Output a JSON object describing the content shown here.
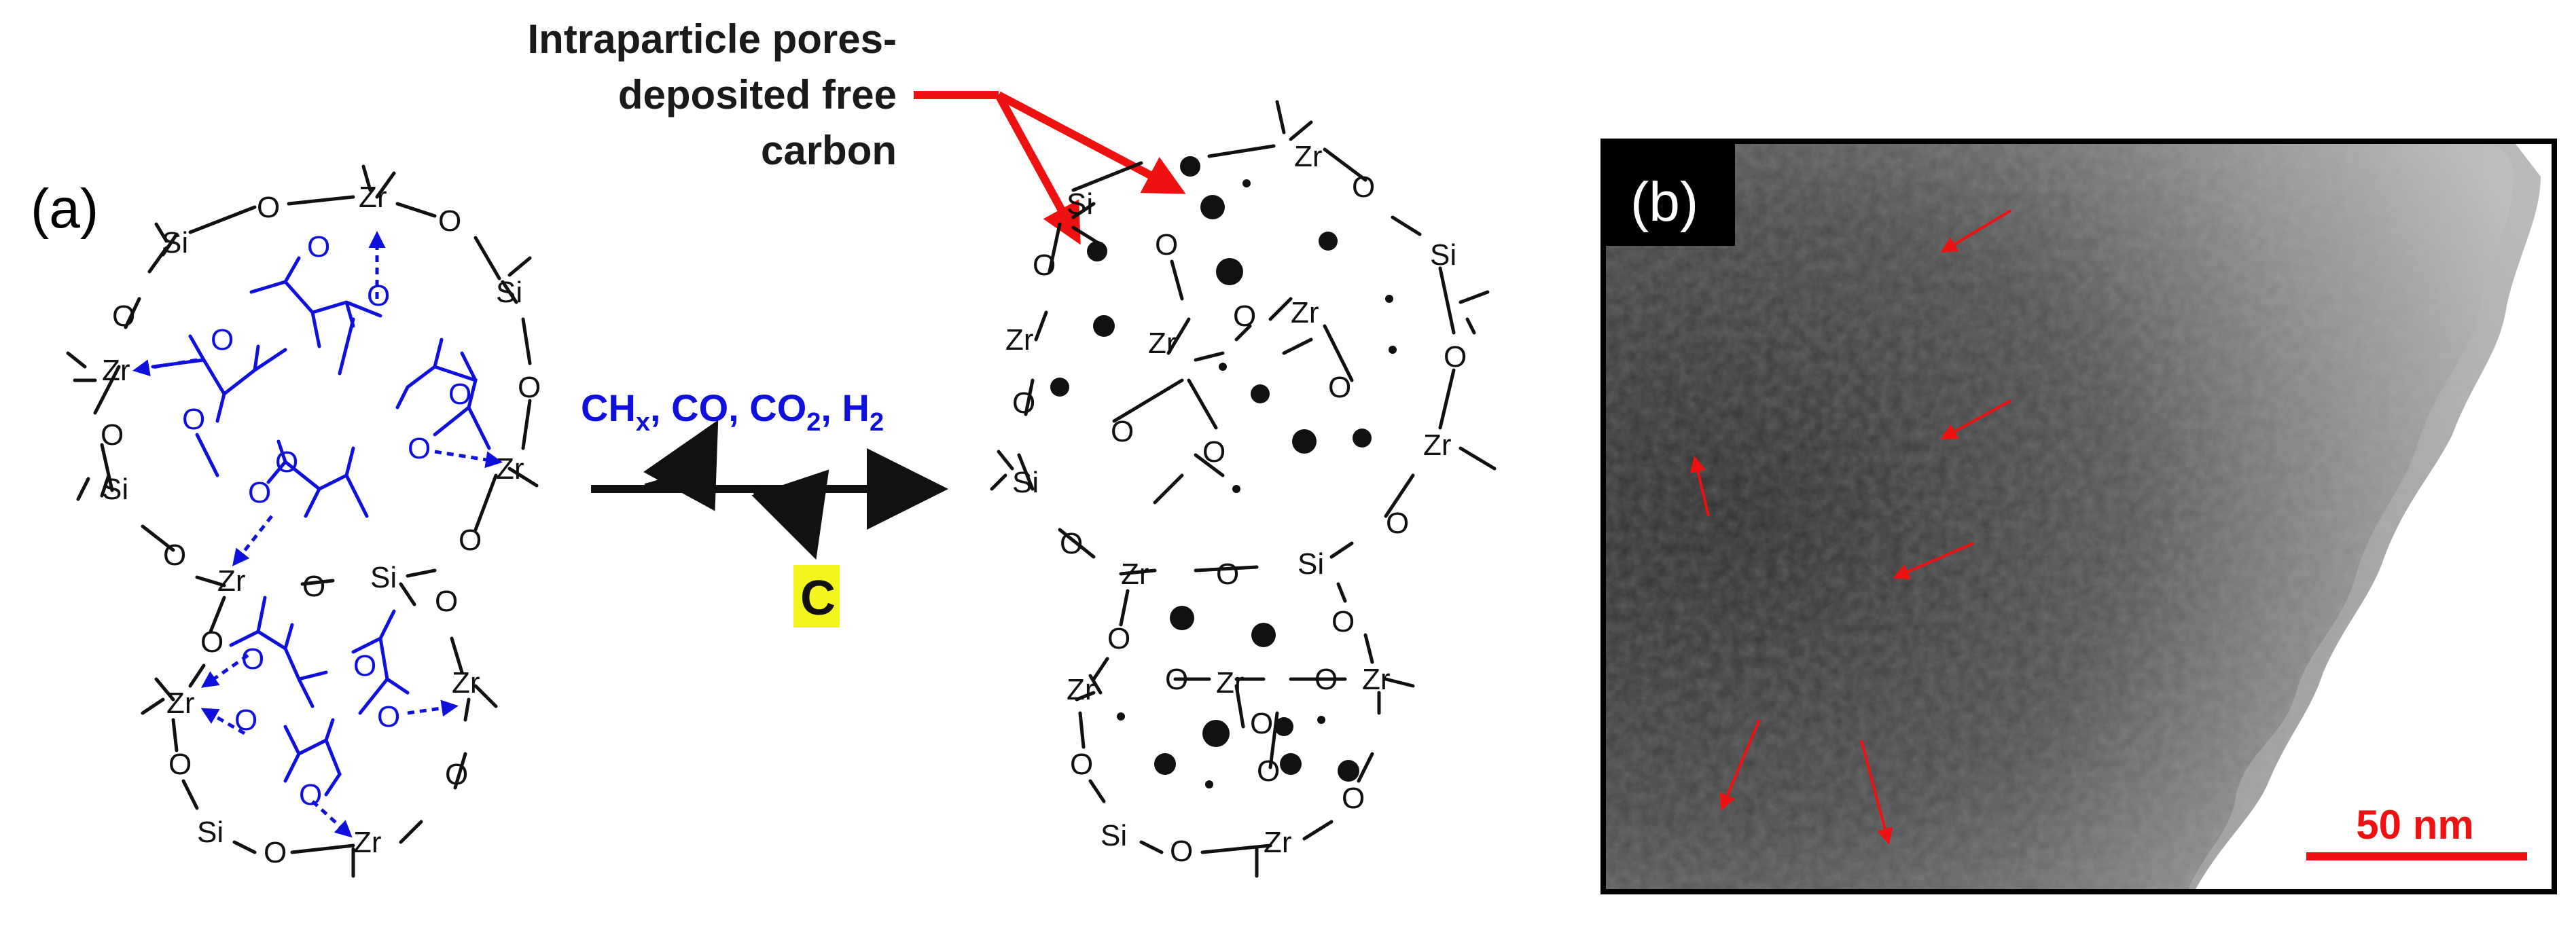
{
  "figure": {
    "panel_a_label": "(a)",
    "panel_b_label": "(b)",
    "annotation": [
      "Intraparticle pores-",
      "deposited free",
      "carbon"
    ],
    "reaction": {
      "gases": [
        "CH",
        "x",
        ", CO, CO",
        "2",
        ", H",
        "2"
      ],
      "product": "C"
    },
    "scale_bar": "50 nm",
    "colors": {
      "ligand": "#1010dd",
      "annotation_arrow": "#ee1111",
      "highlight": "#f5f51e",
      "frame": "#000000"
    }
  },
  "atoms": {
    "zr": "Zr",
    "si": "Si",
    "o": "O"
  }
}
